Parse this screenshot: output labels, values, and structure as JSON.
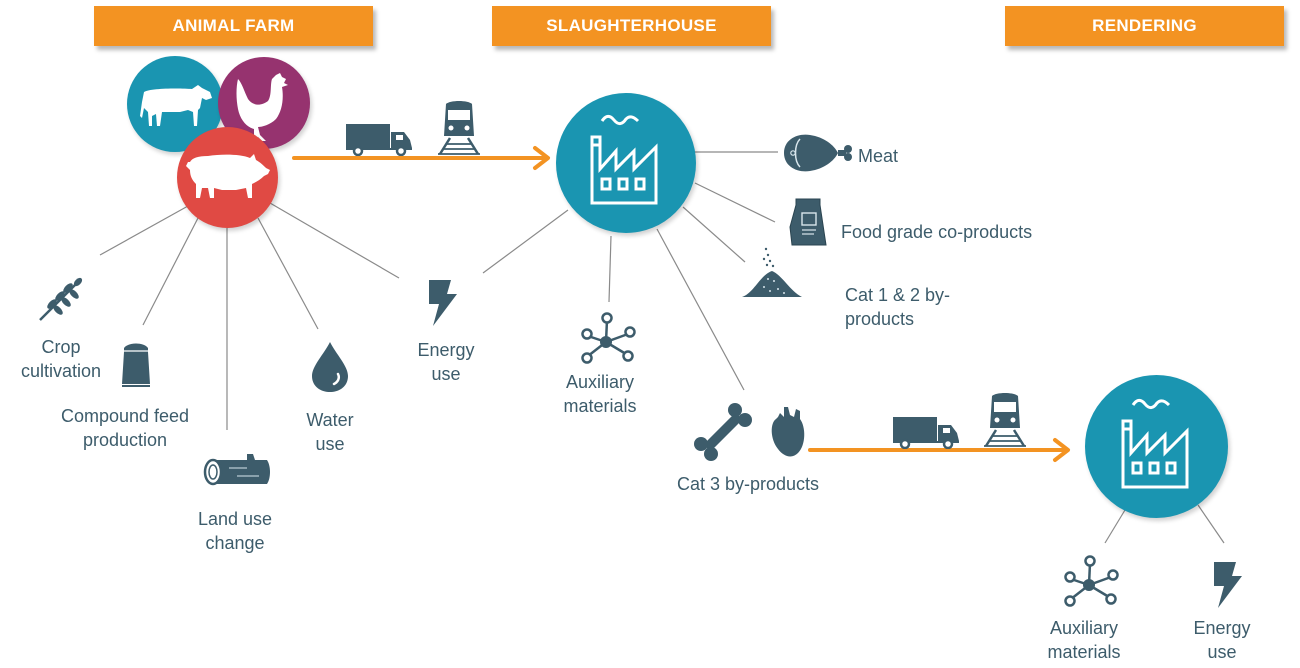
{
  "colors": {
    "stage_header": "#f39322",
    "arrow": "#f39322",
    "icon": "#3d5c6b",
    "text": "#3d5c6b",
    "cow_circle": "#1a95b1",
    "chicken_circle": "#96336f",
    "pig_circle": "#e04a44",
    "factory_circle": "#1a95b1",
    "connector": "#8a8a8a"
  },
  "stages": [
    {
      "id": "animal-farm",
      "label": "ANIMAL FARM"
    },
    {
      "id": "slaughterhouse",
      "label": "SLAUGHTERHOUSE"
    },
    {
      "id": "rendering",
      "label": "RENDERING"
    }
  ],
  "animal_farm": {
    "animals": [
      "cow-icon",
      "chicken-icon",
      "pig-icon"
    ],
    "inputs": [
      {
        "icon": "wheat-icon",
        "label": "Crop\ncultivation"
      },
      {
        "icon": "feed-sack-icon",
        "label": "Compound feed\nproduction"
      },
      {
        "icon": "log-icon",
        "label": "Land use\nchange"
      },
      {
        "icon": "water-drop-icon",
        "label": "Water\nuse"
      },
      {
        "icon": "lightning-icon",
        "label": "Energy\nuse"
      }
    ]
  },
  "transport_1": {
    "icons": [
      "truck-icon",
      "train-icon"
    ]
  },
  "slaughterhouse": {
    "icon": "factory-icon",
    "inputs": [
      {
        "icon": "molecule-icon",
        "label": "Auxiliary\nmaterials"
      }
    ],
    "outputs": [
      {
        "icon": "meat-icon",
        "label": "Meat"
      },
      {
        "icon": "food-bag-icon",
        "label": "Food grade co-products"
      },
      {
        "icon": "powder-pile-icon",
        "label": "Cat 1 & 2 by-\nproducts"
      },
      {
        "icon": "bone-heart-icon",
        "label": "Cat 3 by-products"
      }
    ]
  },
  "transport_2": {
    "icons": [
      "truck-icon",
      "train-icon"
    ]
  },
  "rendering": {
    "icon": "factory-icon",
    "inputs": [
      {
        "icon": "molecule-icon",
        "label": "Auxiliary\nmaterials"
      },
      {
        "icon": "lightning-icon",
        "label": "Energy\nuse"
      }
    ]
  }
}
